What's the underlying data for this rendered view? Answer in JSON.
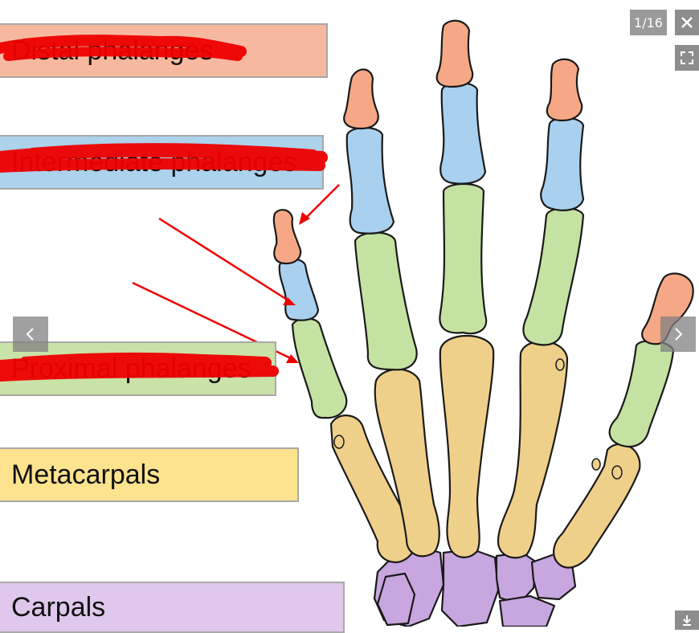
{
  "labels": {
    "distal": "Distal phalanges",
    "middle": "Intermediate phalanges",
    "proximal": "Proximal phalanges",
    "metacarpals": "Metacarpals",
    "carpals": "Carpals"
  },
  "viewer": {
    "counter": "1/16",
    "close_icon": "close-icon",
    "fullscreen_icon": "fullscreen-icon",
    "prev_icon": "chevron-left-icon",
    "next_icon": "chevron-right-icon",
    "download_icon": "download-icon"
  },
  "colors": {
    "distal": "#f6a886",
    "middle": "#a9d0ee",
    "proximal": "#c4e2a2",
    "metacarpal": "#efd08a",
    "carpal": "#c8a6e0",
    "annotation": "#ee0000"
  }
}
